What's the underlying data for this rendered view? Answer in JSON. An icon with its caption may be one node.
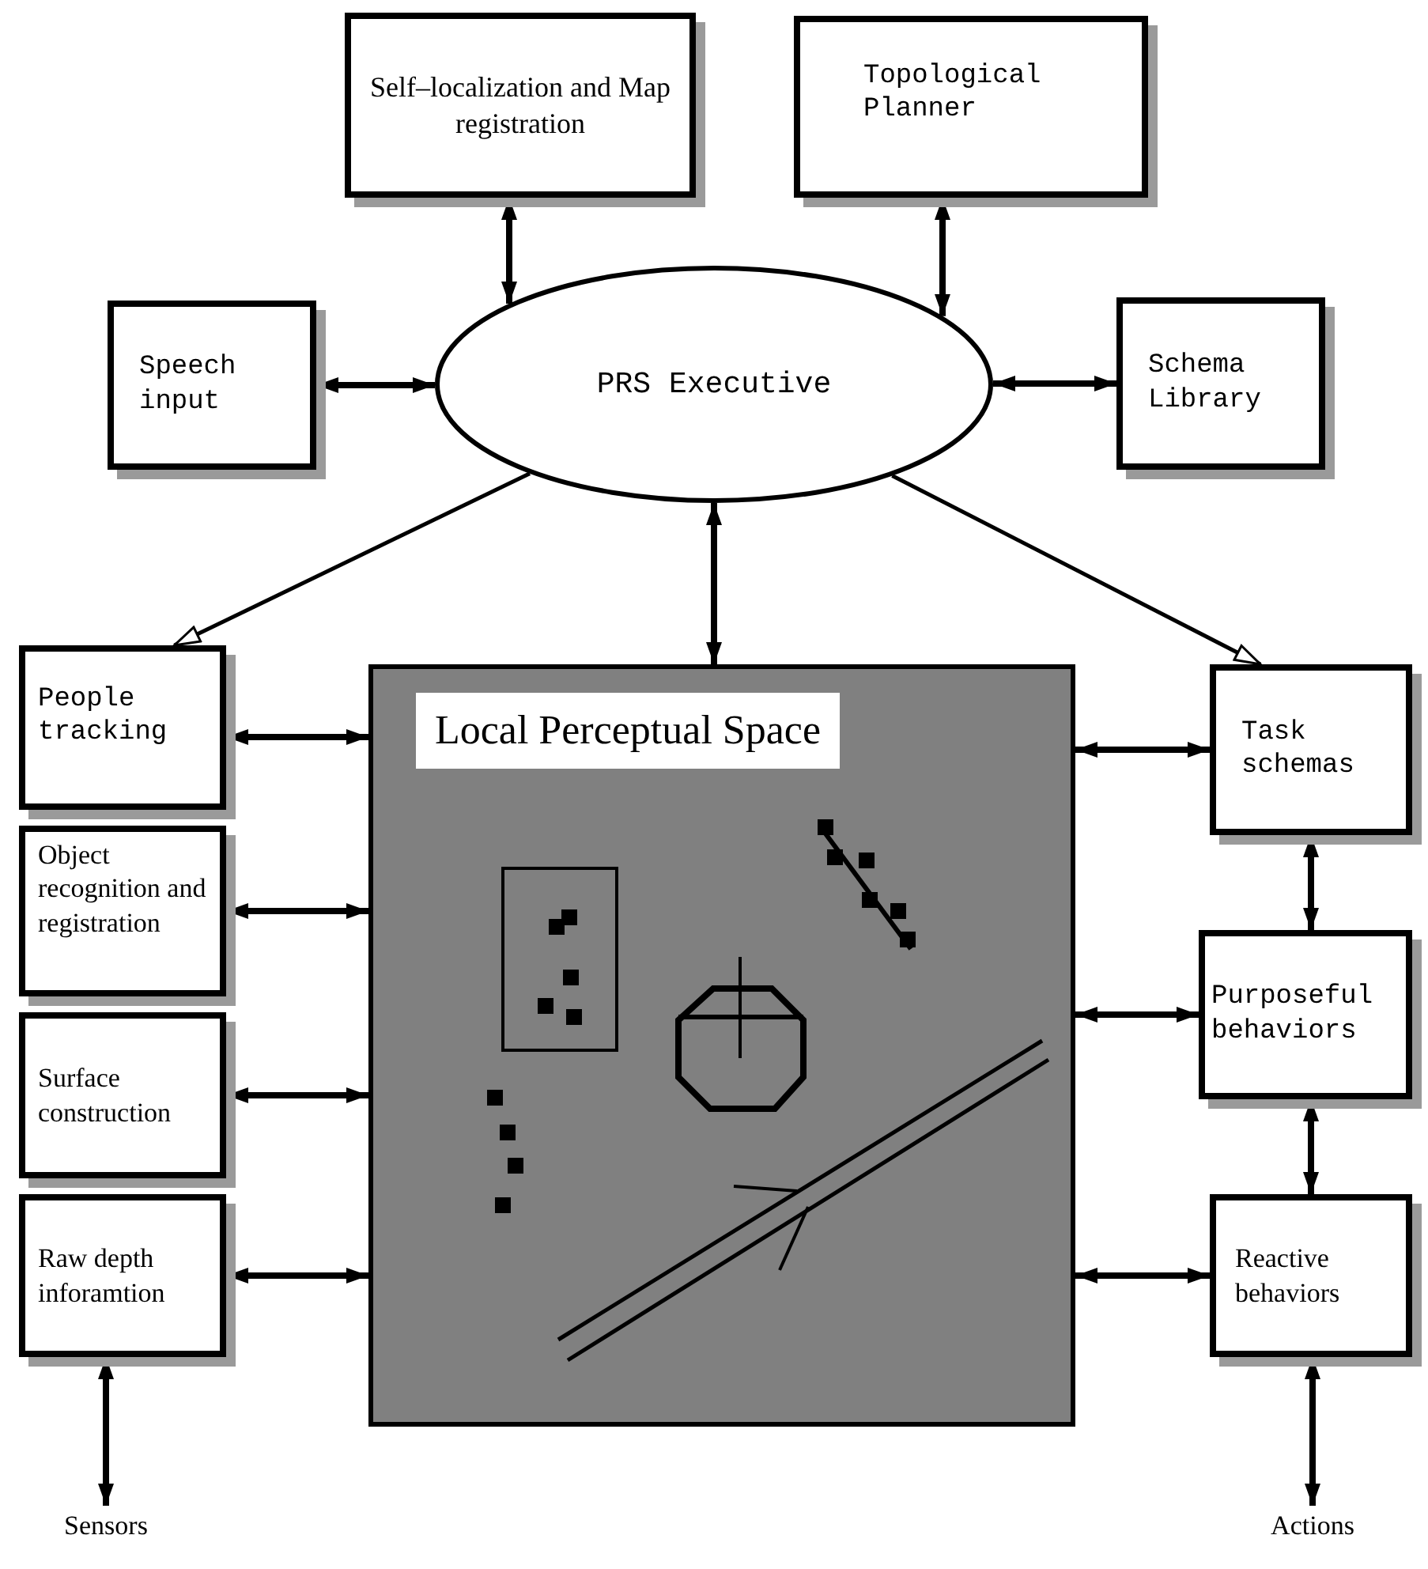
{
  "diagram": {
    "nodes": [
      {
        "text": [
          "Self–localization and Map registration"
        ]
      },
      {
        "text": [
          "Topological Planner"
        ]
      },
      {
        "text": [
          "Speech input"
        ]
      },
      {
        "text": [
          "PRS Executive"
        ]
      },
      {
        "text": [
          "Schema Library"
        ]
      },
      {
        "text": [
          "People tracking"
        ]
      },
      {
        "text": [
          "Object recognition and registration"
        ]
      },
      {
        "text": [
          "Surface construction"
        ]
      },
      {
        "text": [
          "Raw depth inforamtion"
        ]
      },
      {
        "text": [
          "Local Perceptual Space"
        ]
      },
      {
        "text": [
          "Task schemas"
        ]
      },
      {
        "text": [
          "Purposeful behaviors"
        ]
      },
      {
        "text": [
          "Reactive behaviors"
        ]
      },
      {
        "text": [
          "Sensors"
        ]
      },
      {
        "text": [
          "Actions"
        ]
      }
    ],
    "edges": [
      {
        "from": 0,
        "to": 3,
        "arrow": "both"
      },
      {
        "from": 1,
        "to": 3,
        "arrow": "both"
      },
      {
        "from": 2,
        "to": 3,
        "arrow": "both"
      },
      {
        "from": 3,
        "to": 4,
        "arrow": "both"
      },
      {
        "from": 3,
        "to": 5,
        "arrow": "to"
      },
      {
        "from": 3,
        "to": 9,
        "arrow": "both"
      },
      {
        "from": 3,
        "to": 10,
        "arrow": "to"
      },
      {
        "from": 5,
        "to": 9,
        "arrow": "both"
      },
      {
        "from": 6,
        "to": 9,
        "arrow": "both"
      },
      {
        "from": 7,
        "to": 9,
        "arrow": "both"
      },
      {
        "from": 8,
        "to": 9,
        "arrow": "both"
      },
      {
        "from": 9,
        "to": 10,
        "arrow": "both"
      },
      {
        "from": 9,
        "to": 11,
        "arrow": "both"
      },
      {
        "from": 9,
        "to": 12,
        "arrow": "both"
      },
      {
        "from": 10,
        "to": 11,
        "arrow": "both"
      },
      {
        "from": 11,
        "to": 12,
        "arrow": "both"
      },
      {
        "from": 8,
        "to": 13,
        "arrow": "both"
      },
      {
        "from": 12,
        "to": 14,
        "arrow": "both"
      }
    ]
  }
}
